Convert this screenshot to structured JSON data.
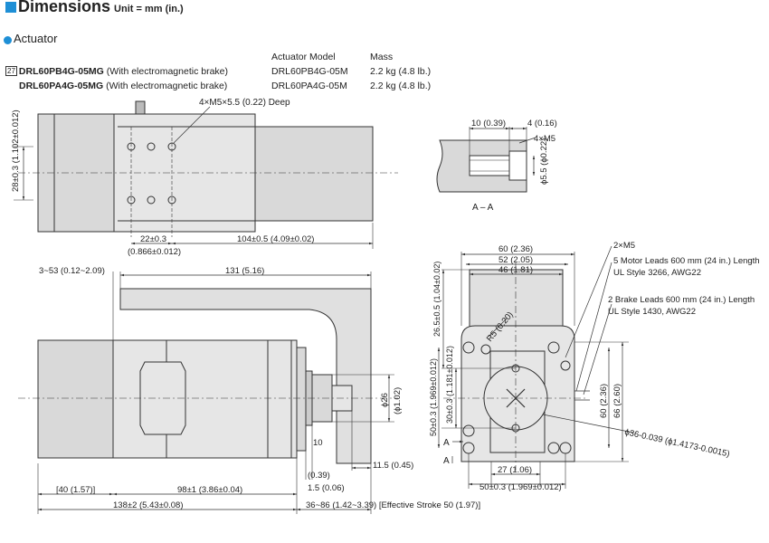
{
  "header": {
    "title": "Dimensions",
    "unit": "Unit = mm (in.)"
  },
  "section": {
    "title": "Actuator"
  },
  "spec_table": {
    "col_model": "Actuator Model",
    "col_mass": "Mass",
    "rows": [
      {
        "code": "27",
        "model": "DRL60PB4G-05MG",
        "note": "(With electromagnetic brake)",
        "actuator": "DRL60PB4G-05M",
        "mass": "2.2 kg (4.8 lb.)"
      },
      {
        "code": "",
        "model": "DRL60PA4G-05MG",
        "note": "(With electromagnetic brake)",
        "actuator": "DRL60PA4G-05M",
        "mass": "2.2 kg (4.8 lb.)"
      }
    ]
  },
  "top_view": {
    "hole_note": "4×M5×5.5 (0.22) Deep",
    "dim_height": "28±0.3 (1.102±0.012)",
    "dim_22": "22±0.3",
    "dim_22_in": "(0.866±0.012)",
    "dim_104": "104±0.5 (4.09±0.02)"
  },
  "section_aa": {
    "dim_10": "10 (0.39)",
    "dim_4": "4 (0.16)",
    "thread": "4×M5",
    "dia": "ϕ5.5 (ϕ0.22)",
    "label": "A – A"
  },
  "side_view": {
    "dim_stroke_pos": "3~53 (0.12~2.09)",
    "dim_131": "131 (5.16)",
    "dia_26": "ϕ26",
    "dia_26_in": "(ϕ1.02)",
    "dim_10": "10",
    "dim_10_in": "(0.39)",
    "dim_1_5": "1.5 (0.06)",
    "dim_11_5": "11.5 (0.45)",
    "dim_40": "[40 (1.57)]",
    "dim_98": "98±1 (3.86±0.04)",
    "dim_138": "138±2 (5.43±0.08)",
    "dim_stroke": "36~86 (1.42~3.39) [Effective Stroke 50 (1.97)]"
  },
  "end_view": {
    "dim_60": "60 (2.36)",
    "dim_52": "52 (2.05)",
    "dim_46": "46 (1.81)",
    "thread": "2×M5",
    "motor_leads": "5 Motor Leads 600 mm (24 in.) Length",
    "motor_style": "UL Style 3266, AWG22",
    "brake_leads": "2 Brake Leads 600 mm (24 in.) Length",
    "brake_style": "UL Style 1430, AWG22",
    "dim_26_5": "26.5±0.5 (1.04±0.02)",
    "radius": "R5 (0.20)",
    "dim_50v": "50±0.3 (1.969±0.012)",
    "dim_30": "30±0.3 (1.181±0.012)",
    "dim_60v": "60 (2.36)",
    "dim_66": "66 (2.60)",
    "dia_36": "ϕ36-0.039 (ϕ1.4173-0.0015)",
    "dim_27": "27 (1.06)",
    "dim_50h": "50±0.3 (1.969±0.012)",
    "section_mark": "A"
  },
  "colors": {
    "accent": "#1e8fd6",
    "body_fill": "#d9d9d9",
    "line": "#333333"
  }
}
